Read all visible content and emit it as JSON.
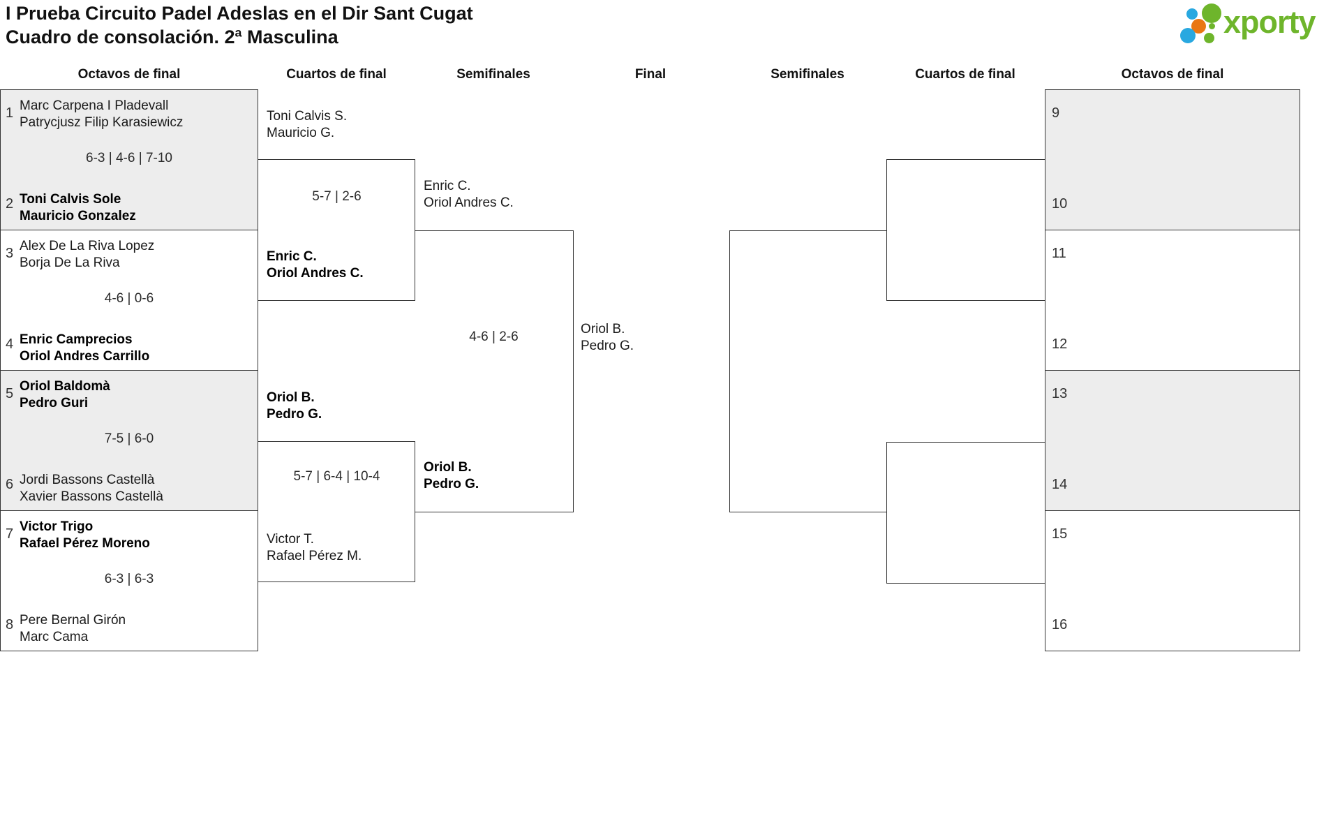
{
  "page_title": {
    "line1": "I Prueba Circuito Padel Adeslas en el Dir Sant Cugat",
    "line2": "Cuadro de consolación. 2ª Masculina"
  },
  "logo": {
    "text": "xporty",
    "green": "#6eb52b",
    "blue": "#29a8e0",
    "orange": "#e97713"
  },
  "round_headers": {
    "left_r16": "Octavos de final",
    "left_qf": "Cuartos de final",
    "left_sf": "Semifinales",
    "final": "Final",
    "right_sf": "Semifinales",
    "right_qf": "Cuartos de final",
    "right_r16": "Octavos de final"
  },
  "left_round16": [
    {
      "seed_top": "1",
      "team_top": [
        "Marc Carpena I Pladevall",
        "Patrycjusz Filip Karasiewicz"
      ],
      "score": "6-3 | 4-6 | 7-10",
      "seed_bottom": "2",
      "team_bottom": [
        "Toni Calvis Sole",
        "Mauricio Gonzalez"
      ],
      "winner": "bottom"
    },
    {
      "seed_top": "3",
      "team_top": [
        "Alex De La Riva Lopez",
        "Borja De La Riva"
      ],
      "score": "4-6 | 0-6",
      "seed_bottom": "4",
      "team_bottom": [
        "Enric Camprecios",
        "Oriol Andres Carrillo"
      ],
      "winner": "bottom"
    },
    {
      "seed_top": "5",
      "team_top": [
        "Oriol Baldomà",
        "Pedro Guri"
      ],
      "score": "7-5 | 6-0",
      "seed_bottom": "6",
      "team_bottom": [
        "Jordi Bassons Castellà",
        "Xavier Bassons Castellà"
      ],
      "winner": "top"
    },
    {
      "seed_top": "7",
      "team_top": [
        "Victor Trigo",
        "Rafael Pérez Moreno"
      ],
      "score": "6-3 | 6-3",
      "seed_bottom": "8",
      "team_bottom": [
        "Pere Bernal Girón",
        "Marc Cama"
      ],
      "winner": "top"
    }
  ],
  "left_quarterfinals": [
    {
      "team_top": [
        "Toni Calvis S.",
        "Mauricio G."
      ],
      "score": "5-7 | 2-6",
      "team_bottom": [
        "Enric C.",
        "Oriol Andres C."
      ],
      "winner": "bottom"
    },
    {
      "team_top": [
        "Oriol B.",
        "Pedro G."
      ],
      "score": "5-7 | 6-4 | 10-4",
      "team_bottom": [
        "Victor T.",
        "Rafael Pérez M."
      ],
      "winner": "top"
    }
  ],
  "left_semifinal": {
    "team_top": [
      "Enric C.",
      "Oriol Andres C."
    ],
    "score": "4-6 | 2-6",
    "team_bottom": [
      "Oriol B.",
      "Pedro G."
    ],
    "winner": "bottom"
  },
  "final": {
    "winner": [
      "Oriol B.",
      "Pedro G."
    ]
  },
  "right_round16_slots": [
    "9",
    "10",
    "11",
    "12",
    "13",
    "14",
    "15",
    "16"
  ]
}
